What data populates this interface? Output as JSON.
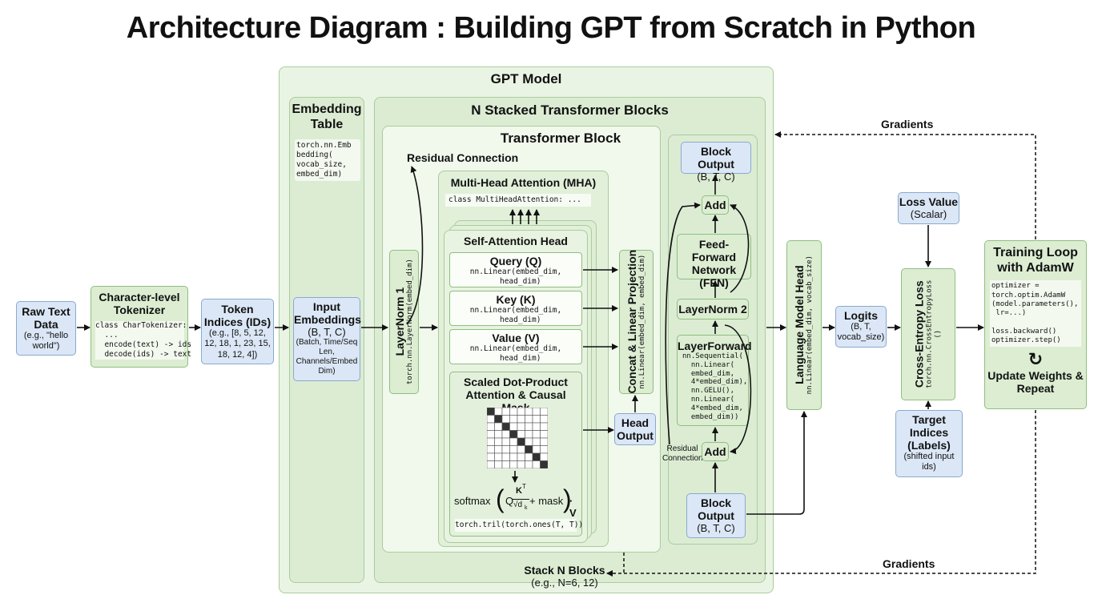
{
  "title": "Architecture Diagram : Building GPT from Scratch in Python",
  "raw_text": {
    "title": "Raw Text Data",
    "note": "(e.g., \"hello world\")"
  },
  "tokenizer": {
    "title": "Character-level Tokenizer",
    "code": "class CharTokenizer:\n  ...\n  encode(text) -> ids\n  decode(ids) -> text"
  },
  "token_indices": {
    "title": "Token Indices (IDs)",
    "note": "(e.g., [8, 5, 12, 12, 18, 1, 23, 15, 18, 12, 4])"
  },
  "gpt_model": {
    "title": "GPT Model"
  },
  "embedding": {
    "title": "Embedding Table",
    "code": "torch.nn.Emb\nbedding(\nvocab_size,\nembed_dim)",
    "input_title": "Input Embeddings",
    "input_shape": "(B, T, C)",
    "input_note": "(Batch, Time/Seq Len, Channels/Embed Dim)"
  },
  "stacked": {
    "title": "N Stacked Transformer Blocks",
    "stack_label": "Stack N Blocks",
    "stack_note": "(e.g., N=6, 12)"
  },
  "block": {
    "title": "Transformer Block",
    "residual_top": "Residual Connection",
    "residual_side": "Residual Connection",
    "layernorm1": "LayerNorm 1",
    "layernorm1_code": "torch.nn.LayerNorm(embed_dim)",
    "mha_title": "Multi-Head Attention (MHA)",
    "mha_code": "class MultiHeadAttention: ...",
    "sah_title": "Self-Attention Head",
    "query": {
      "title": "Query (Q)",
      "code": "nn.Linear(embed_dim,\n  head_dim)"
    },
    "key": {
      "title": "Key (K)",
      "code": "nn.Linear(embed_dim,\n  head_dim)"
    },
    "value": {
      "title": "Value (V)",
      "code": "nn.Linear(embed_dim,\n  head_dim)"
    },
    "sdpa_title": "Scaled Dot-Product Attention & Causal Mask",
    "formula": {
      "softmax": "softmax",
      "q": "Q",
      "kt": "K",
      "sup": "T",
      "sqrt": "√d",
      "sub": "k",
      "mask": "+ mask",
      "v": "· V"
    },
    "tril_code": "torch.tril(torch.ones(T, T))",
    "concat_title": "Concat & Linear Projection",
    "concat_code": "nn.Linear(embed_dim, embed_dim)",
    "head_output": "Head Output",
    "block_output_top": {
      "title": "Block Output",
      "shape": "(B, T, C)"
    },
    "add_top": "Add",
    "ffn": "Feed-Forward Network (FFN)",
    "layernorm2": "LayerNorm 2",
    "layerforward_title": "LayerForward",
    "layerforward_code": "nn.Sequential(\n  nn.Linear(\n  embed_dim,\n  4*embed_dim),\n  nn.GELU(),\n  nn.Linear(\n  4*embed_dim,\n  embed_dim))",
    "add_bottom": "Add",
    "block_output_bottom": {
      "title": "Block Output",
      "shape": "(B, T, C)"
    }
  },
  "lm_head": {
    "title": "Language Model Head",
    "code": "nn.Linear(embed_dim, vocab_size)"
  },
  "logits": {
    "title": "Logits",
    "shape": "(B, T,\nvocab_size)"
  },
  "loss_value": {
    "title": "Loss Value",
    "note": "(Scalar)"
  },
  "ce_loss": {
    "title": "Cross-Entropy Loss",
    "code": "torch.nn.CrossEntropyLoss\n()"
  },
  "target": {
    "title": "Target Indices (Labels)",
    "note": "(shifted input ids)"
  },
  "training": {
    "title": "Training Loop with AdamW",
    "code": "optimizer =\ntorch.optim.AdamW\n(model.parameters(),\n lr=...)\n\nloss.backward()\noptimizer.step()",
    "update": "Update Weights & Repeat"
  },
  "gradients_top": "Gradients",
  "gradients_bottom": "Gradients",
  "colors": {
    "green_region": "#eaf4e4",
    "green_box": "#dcedd2",
    "green_border": "#8fbf80",
    "blue_box": "#dbe7f6",
    "blue_border": "#8aa9cf"
  }
}
